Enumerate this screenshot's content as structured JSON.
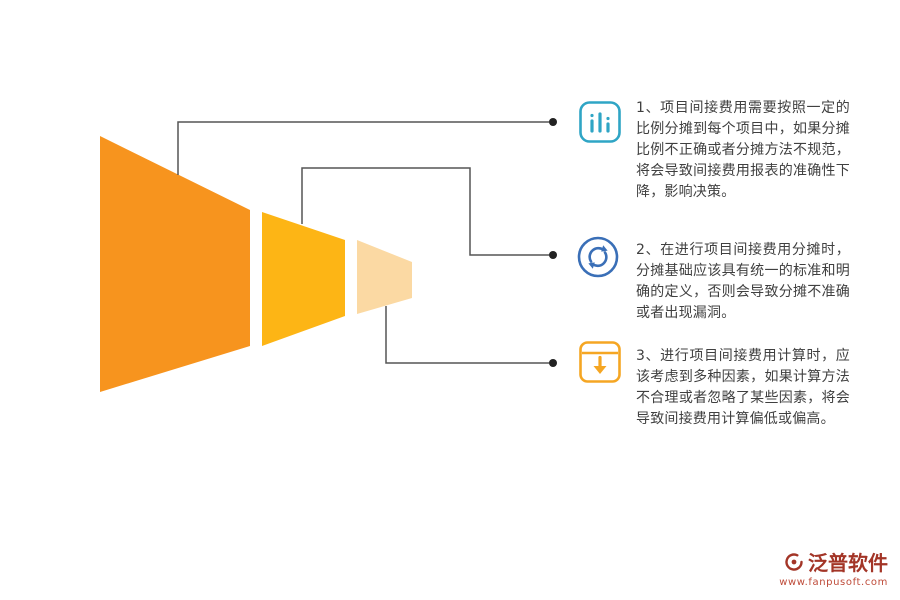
{
  "diagram": {
    "connector_color": "#555555",
    "dot_color": "#222222"
  },
  "funnel": {
    "segments": [
      {
        "name": "funnel-segment-large",
        "color": "#F7941E"
      },
      {
        "name": "funnel-segment-medium",
        "color": "#FDB515"
      },
      {
        "name": "funnel-segment-small",
        "color": "#FBD9A3"
      }
    ]
  },
  "items": [
    {
      "number": "1",
      "icon": "bar-chart-icon",
      "icon_color": "#2FA5C5",
      "text": "1、项目间接费用需要按照一定的比例分摊到每个项目中，如果分摊比例不正确或者分摊方法不规范，将会导致间接费用报表的准确性下降，影响决策。"
    },
    {
      "number": "2",
      "icon": "sync-icon",
      "icon_color": "#3A6FB7",
      "text": "2、在进行项目间接费用分摊时，分摊基础应该具有统一的标准和明确的定义，否则会导致分摊不准确或者出现漏洞。"
    },
    {
      "number": "3",
      "icon": "download-box-icon",
      "icon_color": "#F5A623",
      "text": "3、进行项目间接费用计算时，应该考虑到多种因素，如果计算方法不合理或者忽略了某些因素，将会导致间接费用计算偏低或偏高。"
    }
  ],
  "footer": {
    "brand": "泛普软件",
    "url": "www.fanpusoft.com",
    "brand_color": "#A33527",
    "url_color": "#BE4A38"
  }
}
